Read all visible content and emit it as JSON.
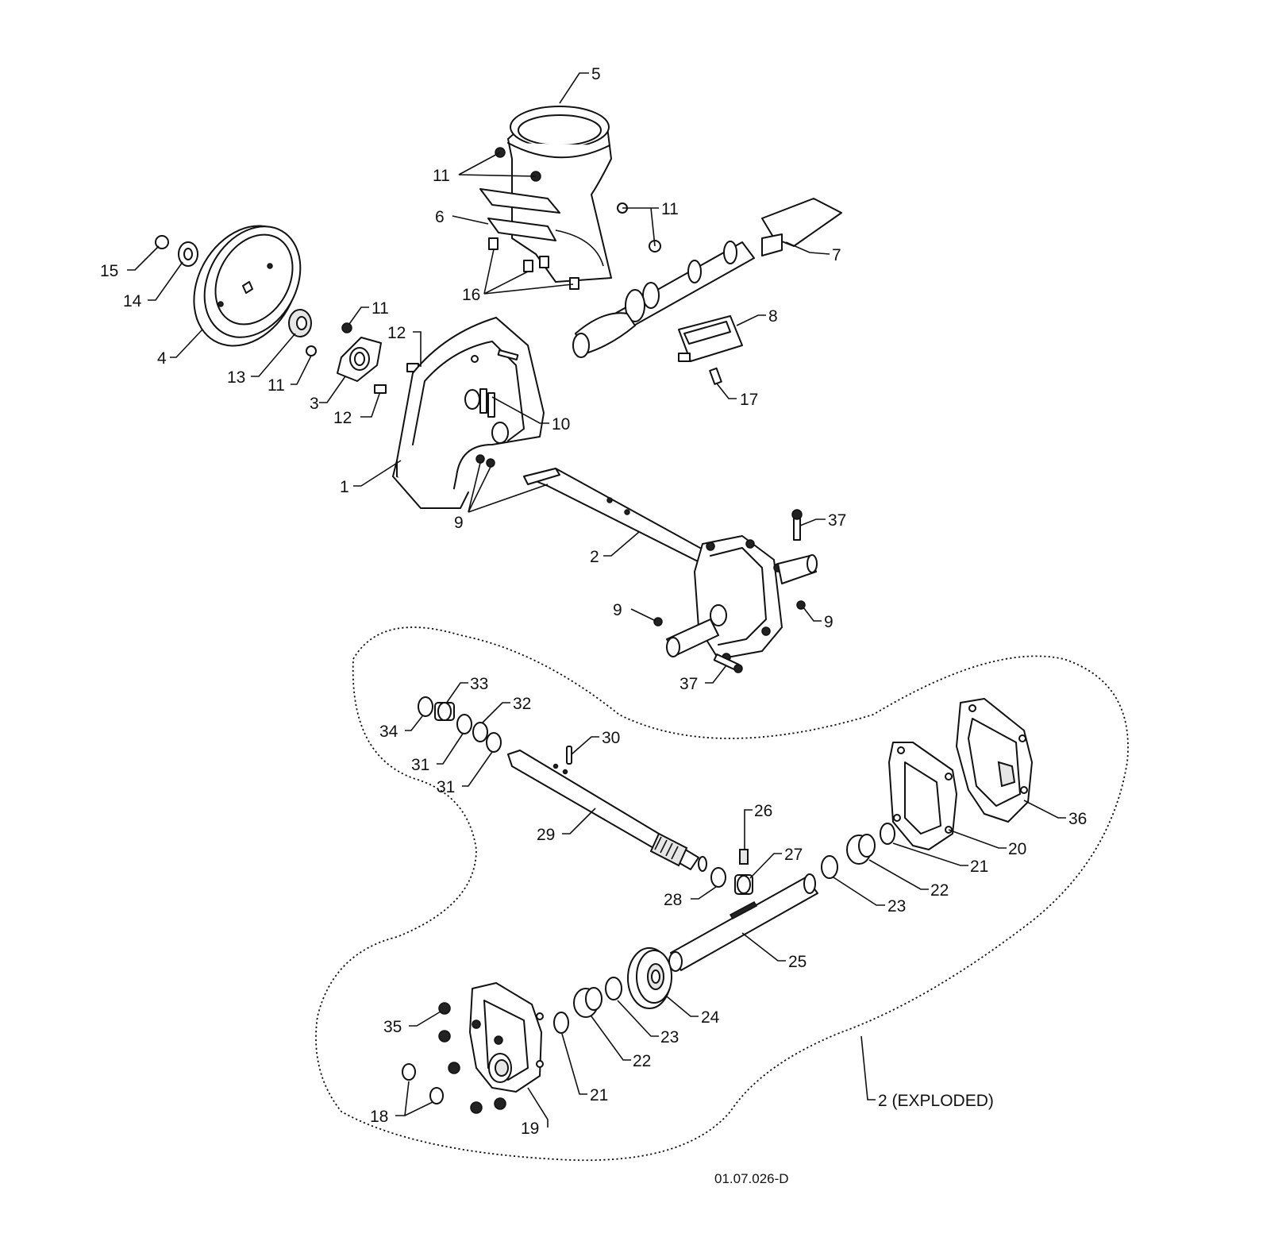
{
  "callouts": {
    "c1": "1",
    "c2": "2",
    "c3": "3",
    "c4": "4",
    "c5": "5",
    "c6": "6",
    "c7": "7",
    "c8": "8",
    "c9": "9",
    "c10": "10",
    "c11": "11",
    "c12": "12",
    "c13": "13",
    "c14": "14",
    "c15": "15",
    "c16": "16",
    "c17": "17",
    "c18": "18",
    "c19": "19",
    "c20": "20",
    "c21": "21",
    "c22": "22",
    "c23": "23",
    "c24": "24",
    "c25": "25",
    "c26": "26",
    "c27": "27",
    "c28": "28",
    "c29": "29",
    "c30": "30",
    "c31": "31",
    "c32": "32",
    "c33": "33",
    "c34": "34",
    "c35": "35",
    "c36": "36",
    "c37": "37",
    "exploded": "2 (EXPLODED)"
  },
  "drawing_code": "01.07.026-D"
}
